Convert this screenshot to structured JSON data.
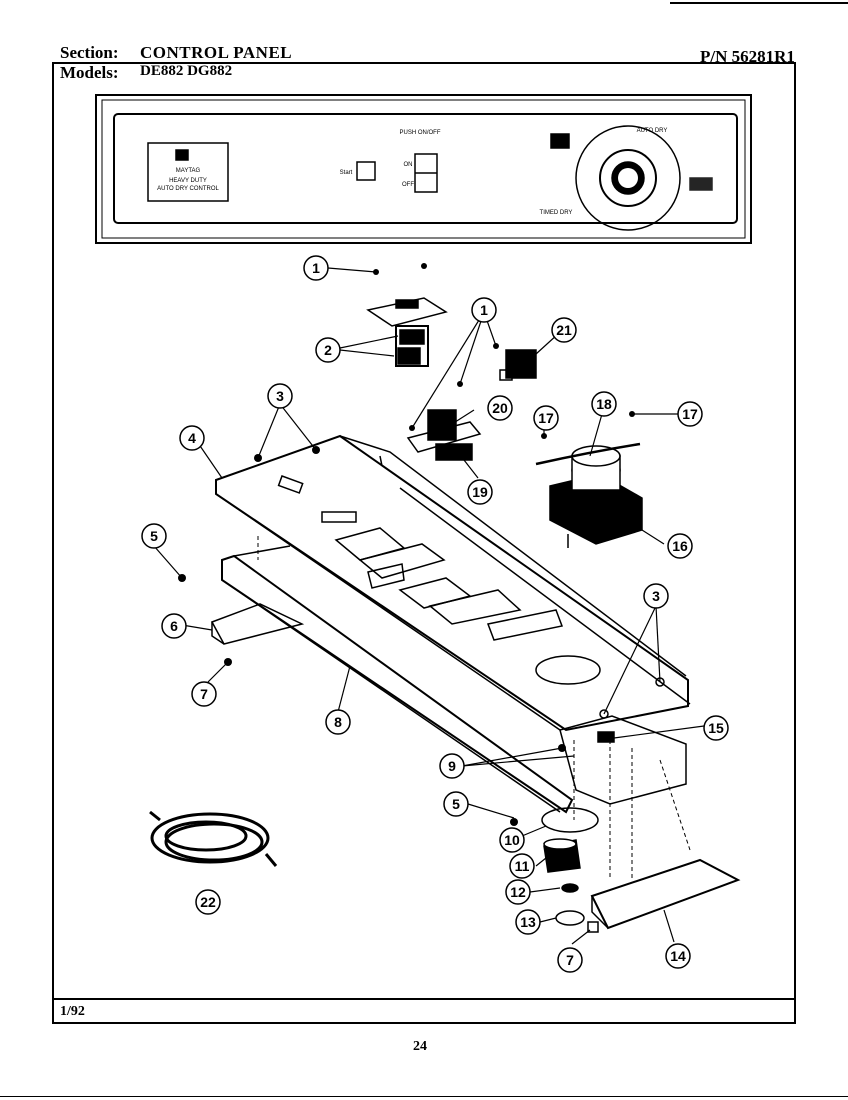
{
  "header": {
    "section_label": "Section:",
    "section_value": "CONTROL PANEL",
    "models_label": "Models:",
    "models_value": "DE882  DG882",
    "part_number": "P/N 56281R1"
  },
  "footer": {
    "date": "1/92",
    "page_number": "24"
  },
  "panel": {
    "logo_text": "MAYTAG",
    "logo_sub1": "HEAVY DUTY",
    "logo_sub2": "AUTO DRY CONTROL",
    "push_label": "PUSH ON/OFF",
    "start_label": "Start",
    "on_label": "ON",
    "off_label": "OFF",
    "timed_dry": "TIMED DRY",
    "auto_dry": "AUTO DRY"
  },
  "callouts": [
    "1",
    "2",
    "1",
    "21",
    "3",
    "4",
    "20",
    "17",
    "18",
    "17",
    "19",
    "5",
    "16",
    "6",
    "7",
    "8",
    "3",
    "15",
    "9",
    "5",
    "10",
    "11",
    "12",
    "13",
    "7",
    "14",
    "22"
  ]
}
